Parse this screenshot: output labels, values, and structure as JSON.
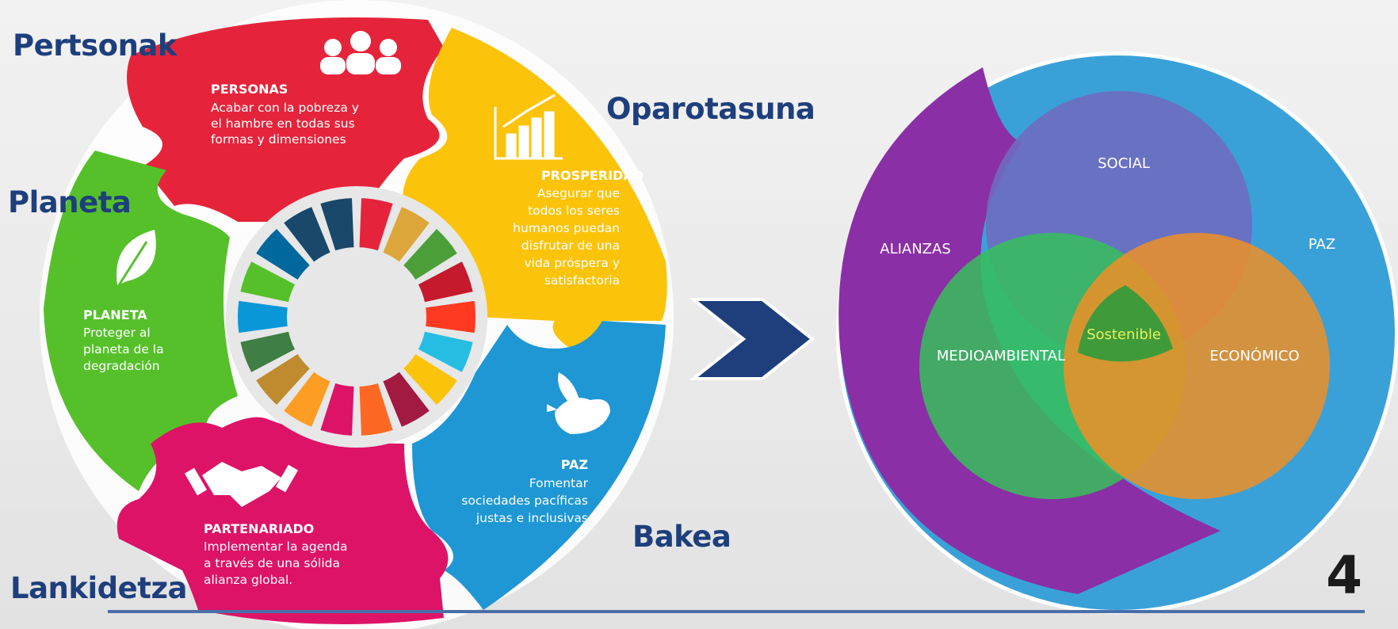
{
  "labels": {
    "pertsonak": "Pertsonak",
    "planeta": "Planeta",
    "oparotasuna": "Oparotasuna",
    "bakea": "Bakea",
    "lankidetza": "Lankidetza"
  },
  "slide_number": "4",
  "pillars": {
    "personas": {
      "title": "PERSONAS",
      "lines": [
        "Acabar con la pobreza y",
        "el hambre en todas sus",
        "formas y dimensiones"
      ],
      "color": "#e5243b"
    },
    "prosperidad": {
      "title": "PROSPERIDAD",
      "lines": [
        "Asegurar que",
        "todos los seres",
        "humanos puedan",
        "disfrutar de una",
        "vida próspera y",
        "satisfactoria"
      ],
      "color": "#fcc30b"
    },
    "planeta": {
      "title": "PLANETA",
      "lines": [
        "Proteger al",
        "planeta de la",
        "degradación"
      ],
      "color": "#56c02b"
    },
    "paz": {
      "title": "PAZ",
      "lines": [
        "Fomentar",
        "sociedades pacíficas",
        "justas e inclusivas"
      ],
      "color": "#1f97d4"
    },
    "partenariado": {
      "title": "PARTENARIADO",
      "lines": [
        "Implementar la agenda",
        "a través de una sólida",
        "alianza global."
      ],
      "color": "#dd1367"
    }
  },
  "sdg_colors": [
    "#e5243b",
    "#dda63a",
    "#4c9f38",
    "#c5192d",
    "#ff3a21",
    "#26bde2",
    "#fcc30b",
    "#a21942",
    "#fd6925",
    "#dd1367",
    "#fd9d24",
    "#bf8b2e",
    "#3f7e44",
    "#0a97d9",
    "#56c02b",
    "#00689d",
    "#19486a",
    "#19486a"
  ],
  "venn": {
    "social": "SOCIAL",
    "medioambiental": "MEDIOAMBIENTAL",
    "economico": "ECONÓMICO",
    "sostenible": "Sostenible",
    "alianzas": "ALIANZAS",
    "paz": "PAZ"
  },
  "colors": {
    "heading": "#1e3f7c",
    "arrow": "#1e3f7c",
    "alianzas_purple": "#8a2fa6",
    "paz_blue": "#3aa1d8",
    "social_violet": "#6f6bc0",
    "environment_green": "#36bf5a",
    "economic_orange": "#ef8f26"
  }
}
